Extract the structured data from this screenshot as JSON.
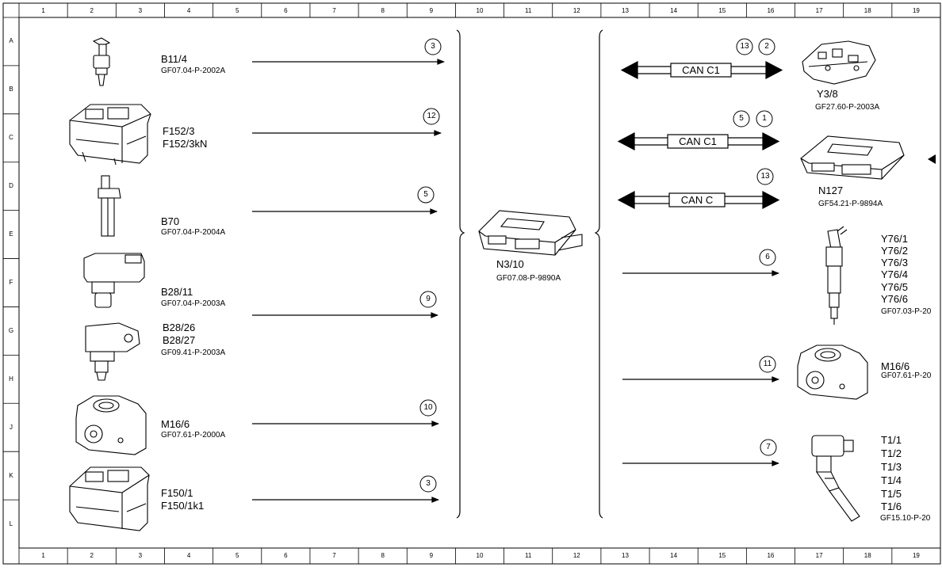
{
  "grid": {
    "columns": [
      "1",
      "2",
      "3",
      "4",
      "5",
      "6",
      "7",
      "8",
      "9",
      "10",
      "11",
      "12",
      "13",
      "14",
      "15",
      "16",
      "17",
      "18",
      "19"
    ],
    "rows": [
      "A",
      "B",
      "C",
      "D",
      "E",
      "F",
      "G",
      "H",
      "J",
      "K",
      "L"
    ]
  },
  "inputs": [
    {
      "names": [
        "B11/4"
      ],
      "ref": "GF07.04-P-2002A",
      "signal": "3",
      "icon": "temperature-sensor-icon"
    },
    {
      "names": [
        "F152/3",
        "F152/3kN"
      ],
      "ref": "",
      "signal": "12",
      "icon": "fuse-box-icon"
    },
    {
      "names": [
        "B70"
      ],
      "ref": "GF07.04-P-2004A",
      "signal": "5",
      "icon": "crankshaft-sensor-icon"
    },
    {
      "names": [
        "B28/11"
      ],
      "ref": "GF07.04-P-2003A",
      "signal": "9",
      "icon": "pressure-sensor-icon"
    },
    {
      "names": [
        "B28/26",
        "B28/27"
      ],
      "ref": "GF09.41-P-2003A",
      "signal": "",
      "icon": "boost-pressure-sensor-icon"
    },
    {
      "names": [
        "M16/6"
      ],
      "ref": "GF07.61-P-2000A",
      "signal": "10",
      "icon": "throttle-actuator-icon"
    },
    {
      "names": [
        "F150/1",
        "F150/1k1"
      ],
      "ref": "",
      "signal": "3",
      "icon": "fuse-box-icon"
    }
  ],
  "center": {
    "name": "N3/10",
    "ref": "GF07.08-P-9890A",
    "icon": "control-unit-icon"
  },
  "outputs": [
    {
      "names": [
        "Y3/8"
      ],
      "ref": "GF27.60-P-2003A",
      "signals": [
        "13",
        "2"
      ],
      "bus": "CAN C1",
      "icon": "transmission-control-icon"
    },
    {
      "names": [
        "N127"
      ],
      "ref": "GF54.21-P-9894A",
      "signals": [
        "5",
        "1"
      ],
      "bus": "CAN C1",
      "icon": "control-unit-icon"
    },
    {
      "names": [],
      "ref": "",
      "signals": [
        "13"
      ],
      "bus": "CAN C",
      "icon": ""
    },
    {
      "names": [
        "Y76/1",
        "Y76/2",
        "Y76/3",
        "Y76/4",
        "Y76/5",
        "Y76/6"
      ],
      "ref": "GF07.03-P-20",
      "signals": [
        "6"
      ],
      "bus": "",
      "icon": "injector-icon"
    },
    {
      "names": [
        "M16/6"
      ],
      "ref": "GF07.61-P-20",
      "signals": [
        "11"
      ],
      "bus": "",
      "icon": "throttle-actuator-icon"
    },
    {
      "names": [
        "T1/1",
        "T1/2",
        "T1/3",
        "T1/4",
        "T1/5",
        "T1/6"
      ],
      "ref": "GF15.10-P-20",
      "signals": [
        "7"
      ],
      "bus": "",
      "icon": "ignition-coil-icon"
    }
  ],
  "colors": {
    "line": "#000000",
    "component_fill": "#ffffff"
  }
}
